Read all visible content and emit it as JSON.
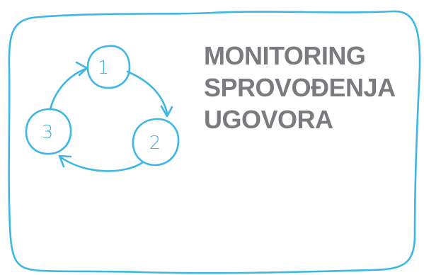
{
  "title": {
    "lines": [
      "MONITORING",
      "SPROVOĐENJA",
      "UGOVORA"
    ]
  },
  "cycle": {
    "steps": [
      "1",
      "2",
      "3"
    ]
  },
  "colors": {
    "accent": "#3fb7e3",
    "title_text": "#7b7b7f",
    "background": "#ffffff"
  },
  "icons": [
    "cycle-arrow-icon"
  ]
}
